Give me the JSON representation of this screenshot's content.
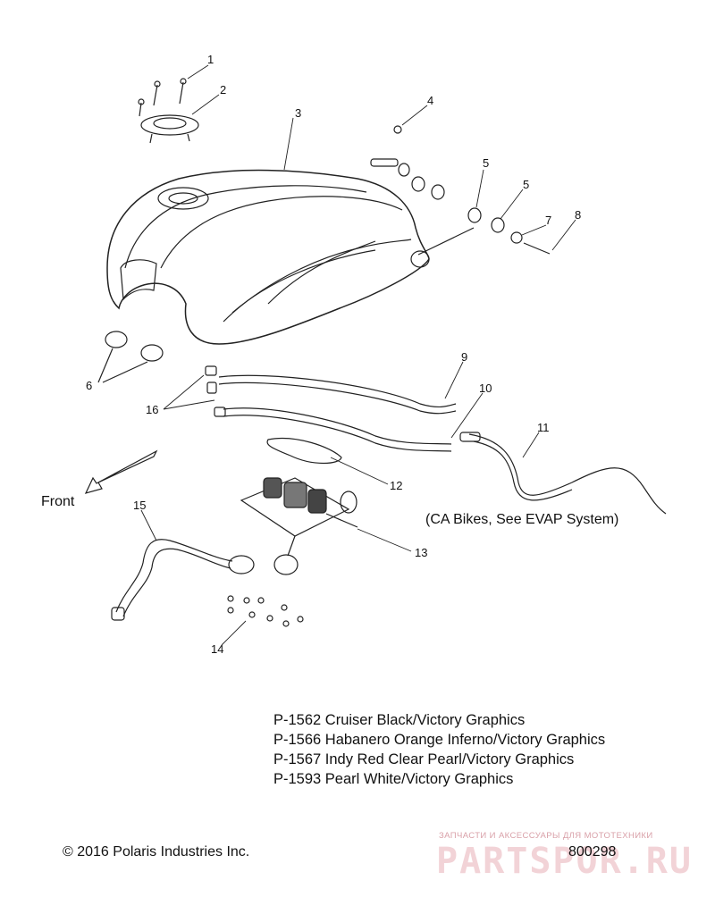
{
  "callouts": {
    "c1": "1",
    "c2": "2",
    "c3": "3",
    "c4": "4",
    "c5a": "5",
    "c5b": "5",
    "c6": "6",
    "c7": "7",
    "c8": "8",
    "c9": "9",
    "c10": "10",
    "c11": "11",
    "c12": "12",
    "c13": "13",
    "c14": "14",
    "c15": "15",
    "c16": "16"
  },
  "front_label": "Front",
  "ca_note": "(CA Bikes, See EVAP System)",
  "variants": [
    "P-1562 Cruiser Black/Victory Graphics",
    "P-1566 Habanero Orange Inferno/Victory Graphics",
    "P-1567 Indy Red Clear Pearl/Victory Graphics",
    "P-1593 Pearl White/Victory Graphics"
  ],
  "copyright": "© 2016 Polaris Industries Inc.",
  "drawing_number": "800298",
  "watermark": {
    "subtitle": "ЗАПЧАСТИ И АКСЕССУАРЫ ДЛЯ МОТОТЕХНИКИ",
    "logo": "PARTSPOR.RU"
  }
}
